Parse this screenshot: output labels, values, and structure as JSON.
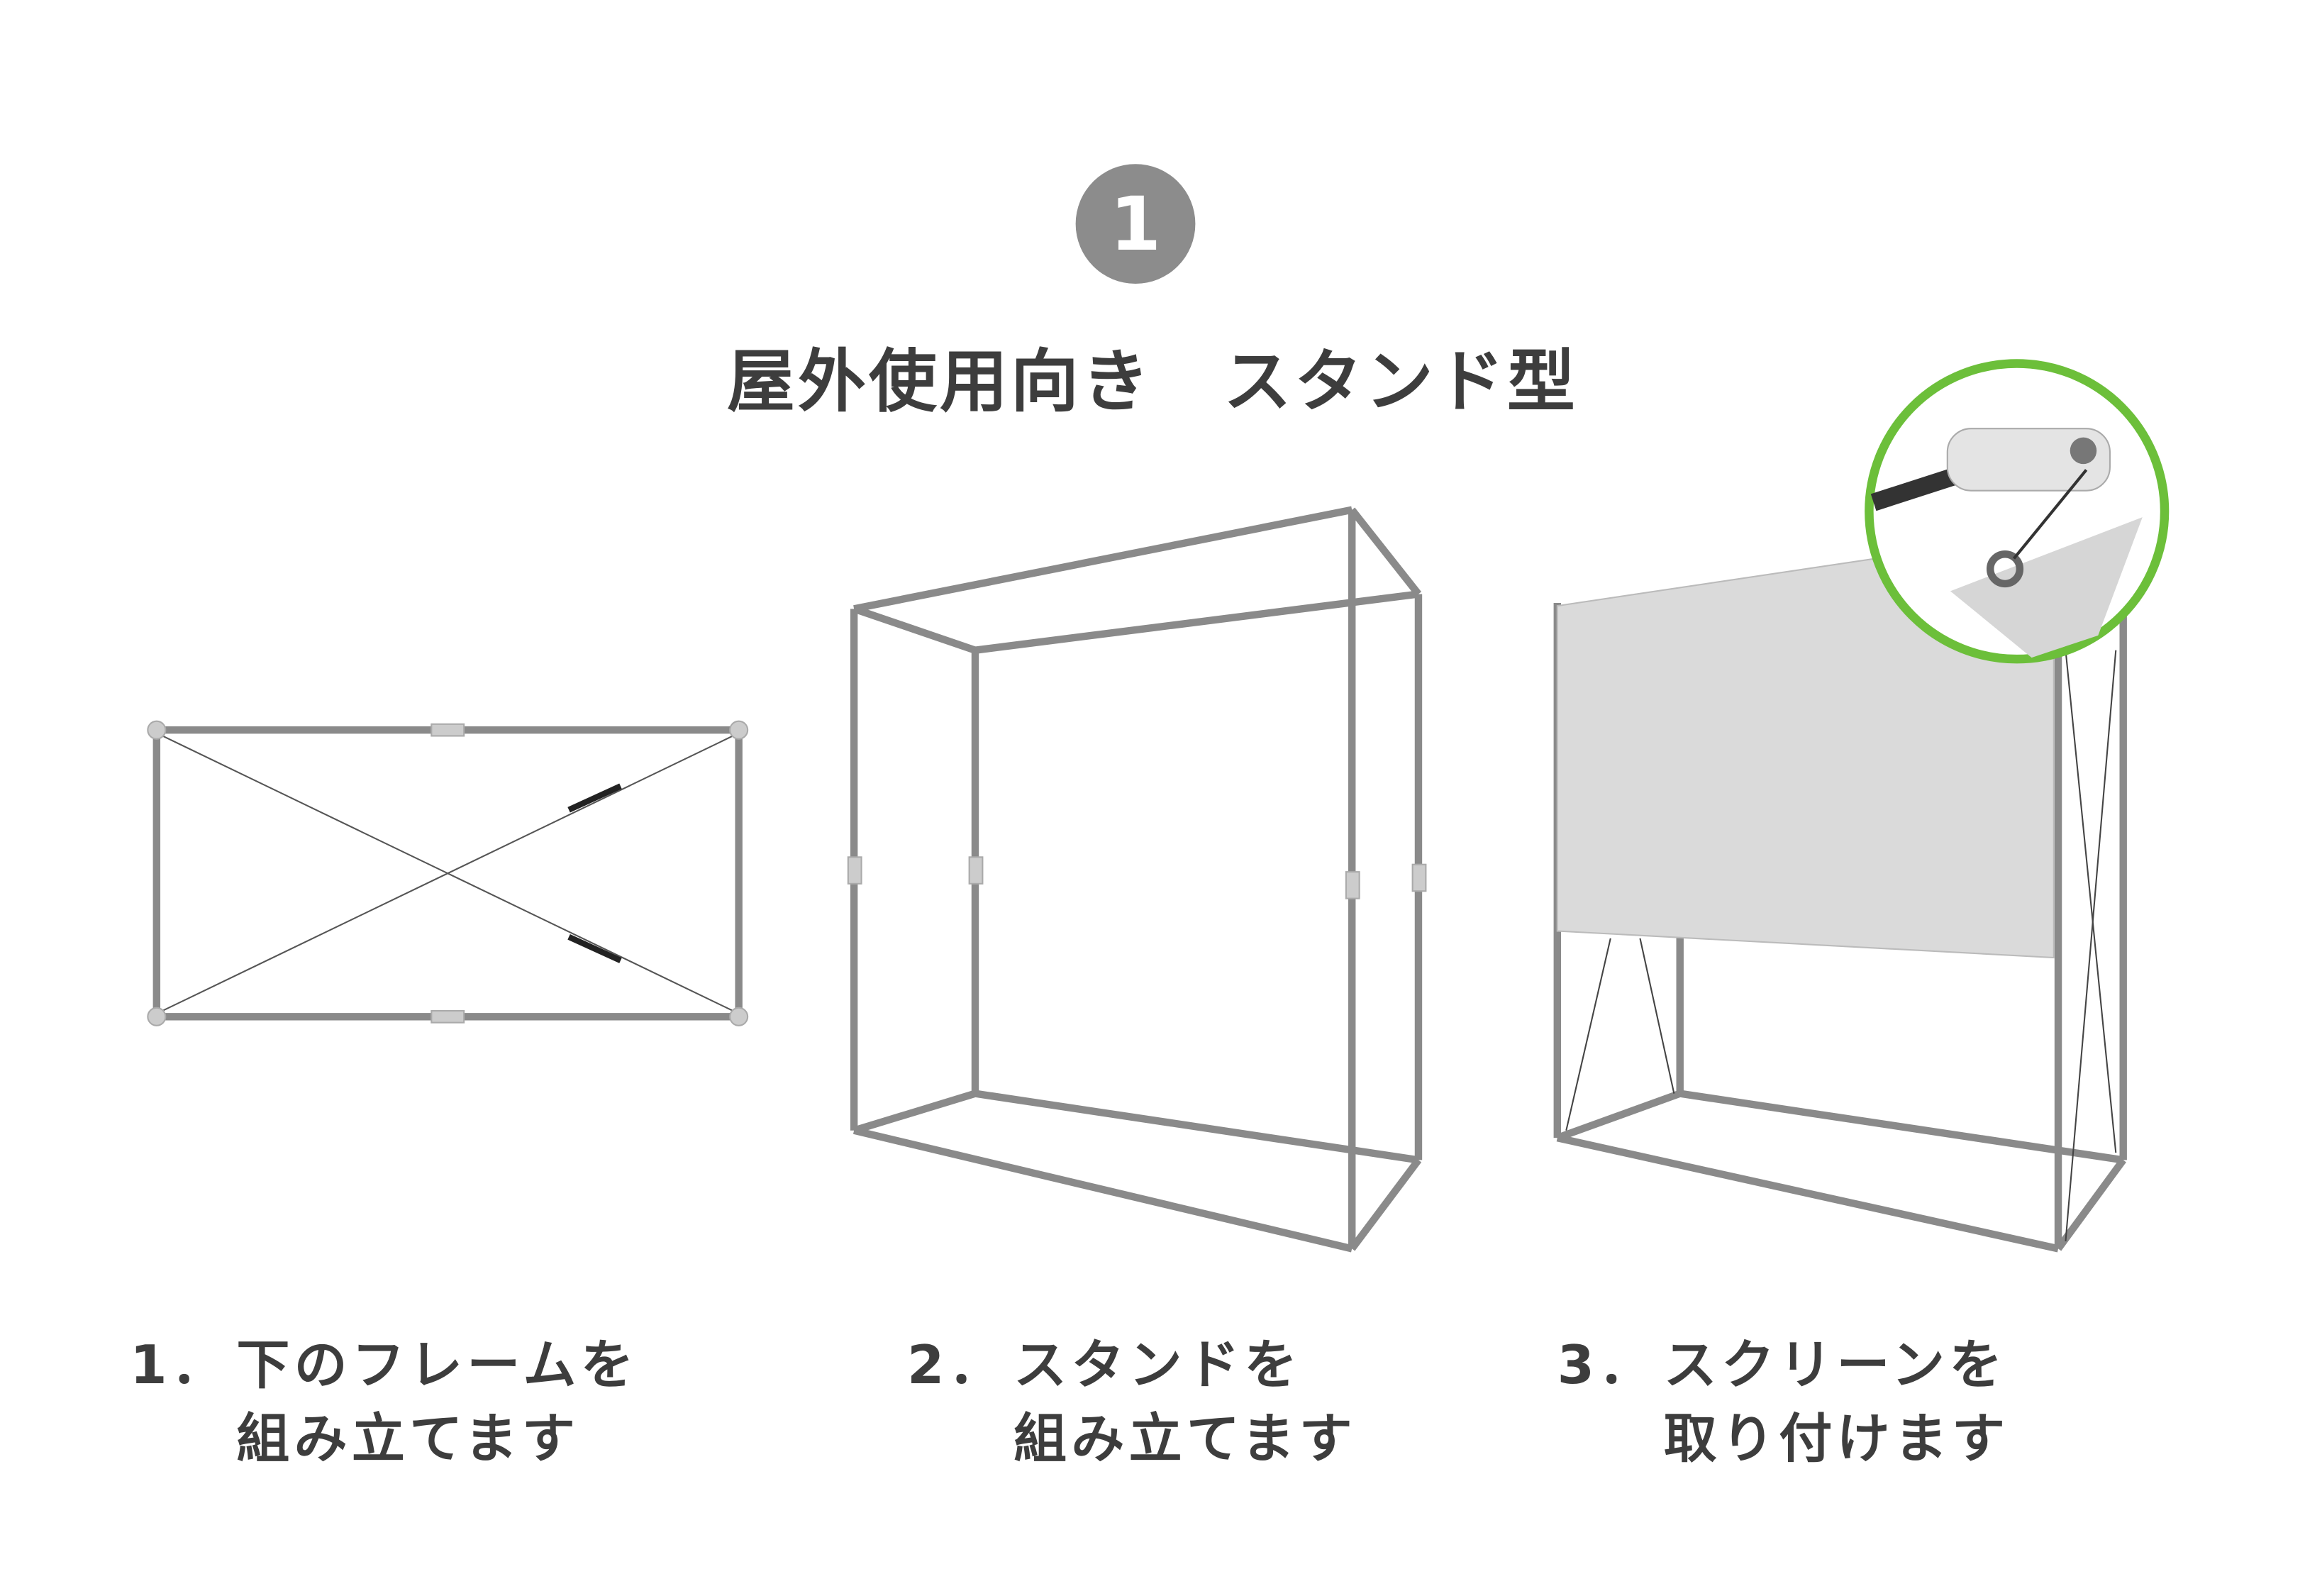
{
  "badge": "1",
  "title": "屋外使用向き　スタンド型",
  "steps": [
    {
      "number": "1．",
      "line1": "下のフレームを",
      "line2": "組み立てます"
    },
    {
      "number": "2．",
      "line1": "スタンドを",
      "line2": "組み立てます"
    },
    {
      "number": "3．",
      "line1": "スクリーンを",
      "line2": "取り付けます"
    }
  ],
  "colors": {
    "text": "#3d3d3d",
    "badge": "#8c8c8c",
    "frame": "#8a8a8a",
    "screen": "#d9d9d9",
    "highlight": "#6cbf3a"
  }
}
